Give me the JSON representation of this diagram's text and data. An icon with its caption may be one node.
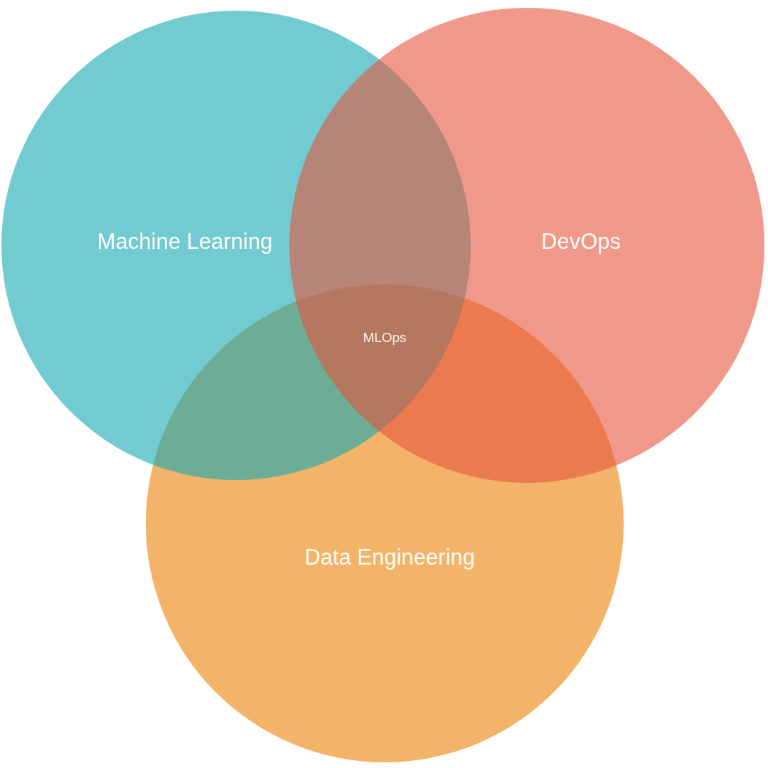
{
  "diagram": {
    "nodes": [
      {
        "text": [
          "Machine Learning"
        ]
      },
      {
        "text": [
          "DevOps"
        ]
      },
      {
        "text": [
          "Data Engineering"
        ]
      }
    ],
    "labels": [
      "MLOps"
    ]
  }
}
